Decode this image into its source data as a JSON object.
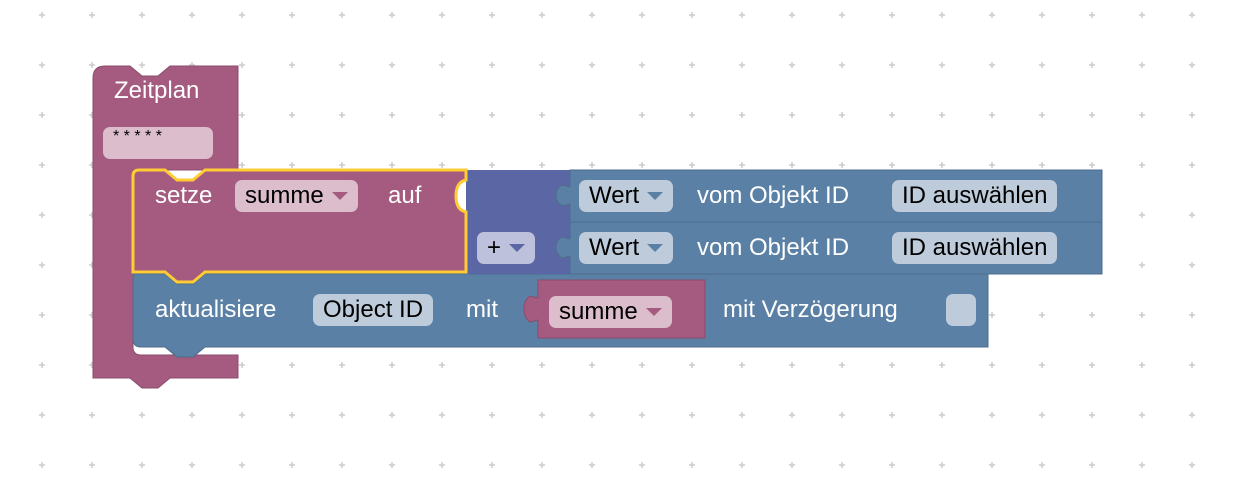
{
  "workspace": {
    "background_color": "#ffffff",
    "grid_color": "#cccccc"
  },
  "colors": {
    "hat_block": "#a55b80",
    "variable_block": "#a55b80",
    "math_block": "#5b67a5",
    "io_block": "#5b80a5",
    "selection_outline": "#fc3"
  },
  "schedule_block": {
    "title": "Zeitplan",
    "cron_field": "* * * * *"
  },
  "set_block": {
    "prefix": "setze",
    "variable": "summe",
    "suffix": "auf",
    "selected": true
  },
  "math_block": {
    "operator": "+"
  },
  "value_blocks": [
    {
      "attribute": "Wert",
      "label": "vom Objekt ID",
      "object_id": "ID auswählen"
    },
    {
      "attribute": "Wert",
      "label": "vom Objekt ID",
      "object_id": "ID auswählen"
    }
  ],
  "update_block": {
    "prefix": "aktualisiere",
    "object_id": "Object ID",
    "with_label": "mit",
    "variable": "summe",
    "delay_label": "mit Verzögerung",
    "delay_checked": false
  }
}
